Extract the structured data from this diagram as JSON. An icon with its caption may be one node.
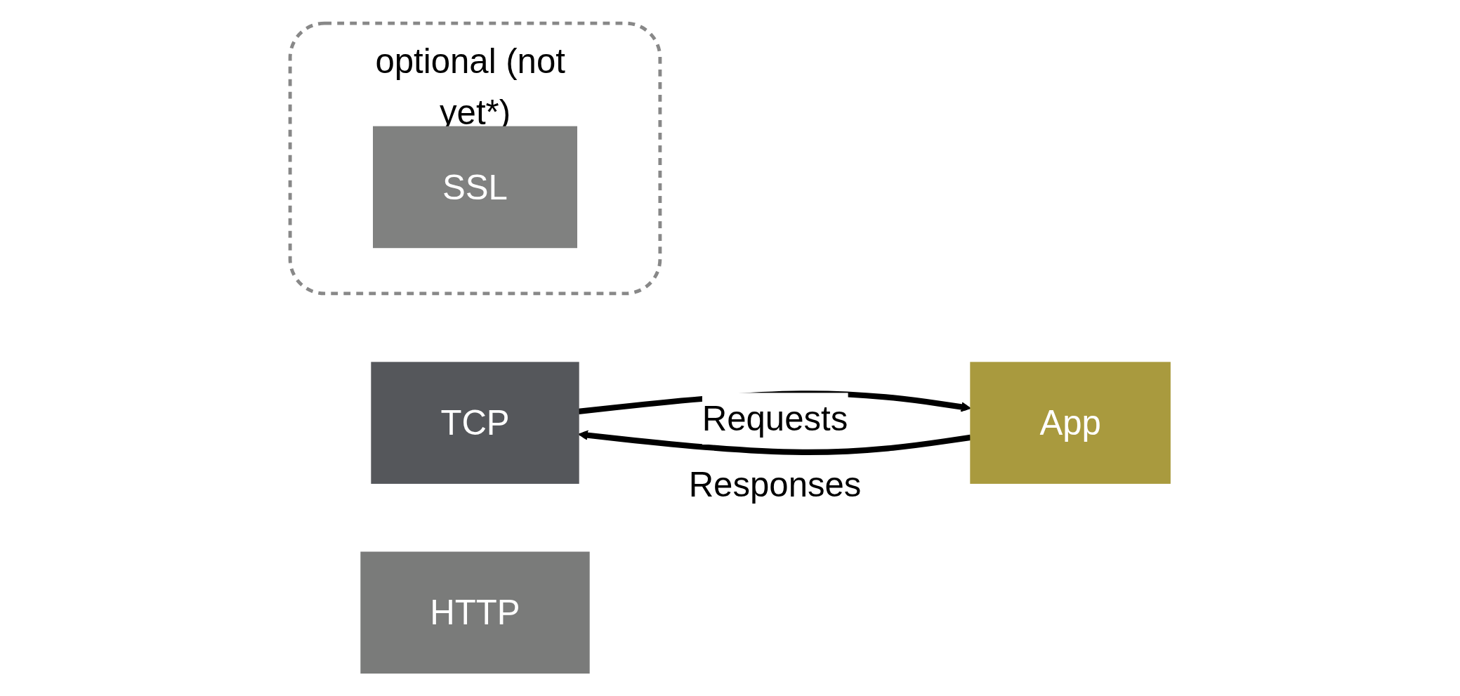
{
  "diagram": {
    "nodes": [
      {
        "text": [
          "TCP"
        ]
      },
      {
        "text": [
          "optional (not yet*)"
        ]
      },
      {
        "text": [
          "SSL"
        ],
        "in": 1
      },
      {
        "text": [
          "HTTP"
        ]
      },
      {
        "text": [
          "App"
        ]
      }
    ],
    "edges": [
      {
        "from": 0,
        "to": 4,
        "arrow": "to",
        "label": "Requests"
      },
      {
        "from": 4,
        "to": 0,
        "arrow": "to",
        "label": "Responses"
      }
    ]
  }
}
